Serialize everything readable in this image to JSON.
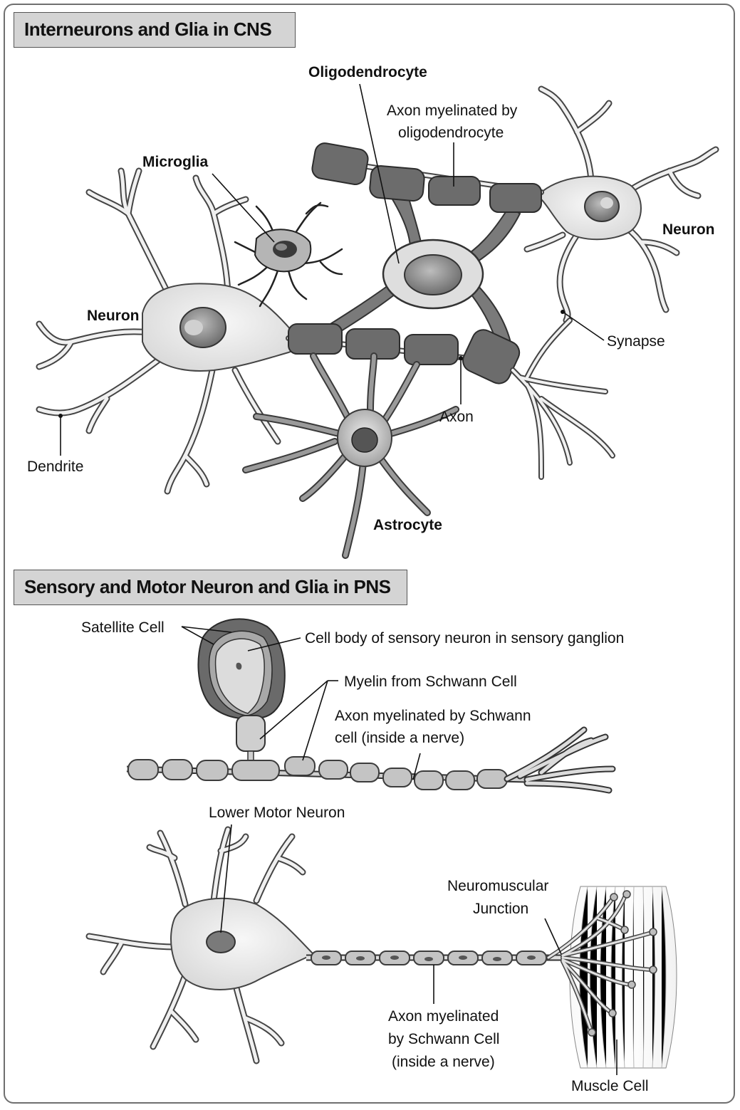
{
  "sections": {
    "cns_title": "Interneurons and Glia in CNS",
    "pns_title": "Sensory and Motor Neuron and Glia in PNS"
  },
  "labels": {
    "oligodendrocyte": "Oligodendrocyte",
    "axon_myelinated_oligo_line1": "Axon myelinated by",
    "axon_myelinated_oligo_line2": "oligodendrocyte",
    "microglia": "Microglia",
    "neuron_right": "Neuron",
    "neuron_left": "Neuron",
    "synapse": "Synapse",
    "axon": "Axon",
    "dendrite": "Dendrite",
    "astrocyte": "Astrocyte",
    "satellite_cell": "Satellite Cell",
    "cell_body_sensory": "Cell body of sensory neuron in sensory ganglion",
    "myelin_schwann": "Myelin from Schwann Cell",
    "axon_schwann_line1": "Axon myelinated by Schwann",
    "axon_schwann_line2": "cell (inside a nerve)",
    "lower_motor_neuron": "Lower Motor Neuron",
    "nmj_line1": "Neuromuscular",
    "nmj_line2": "Junction",
    "axon_schwann2_line1": "Axon myelinated",
    "axon_schwann2_line2": "by Schwann Cell",
    "axon_schwann2_line3": "(inside a nerve)",
    "muscle_cell": "Muscle Cell"
  }
}
